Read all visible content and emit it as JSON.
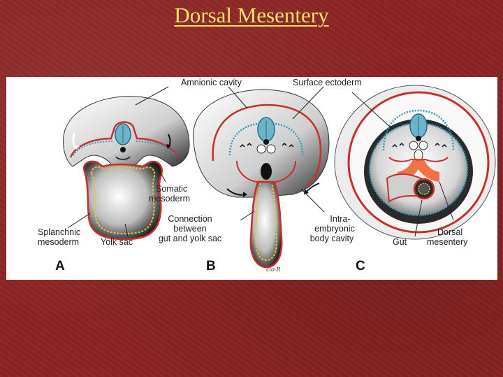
{
  "slide": {
    "title": "Dorsal Mesentery"
  },
  "figure": {
    "labels": {
      "amnionic_cavity": "Amnionic cavity",
      "surface_ectoderm": "Surface ectoderm",
      "somatic_mesoderm_1": "Somatic",
      "somatic_mesoderm_2": "mesoderm",
      "splanchnic_mesoderm_1": "Splanchnic",
      "splanchnic_mesoderm_2": "mesoderm",
      "yolk_sac": "Yolk sac",
      "connection_1": "Connection",
      "connection_2": "between",
      "connection_3": "gut and yolk sac",
      "intraembryonic_1": "Intra-",
      "intraembryonic_2": "embryonic",
      "intraembryonic_3": "body cavity",
      "gut": "Gut",
      "dorsal_mesentery_1": "Dorsal",
      "dorsal_mesentery_2": "mesentery"
    },
    "panel_letters": [
      "A",
      "B",
      "C"
    ],
    "signature": "clo-R",
    "colors": {
      "ectoderm": "#2f9ab8",
      "mesoderm": "#c8302c",
      "endoderm": "#e6c43a",
      "mesentery": "#f05a28"
    }
  }
}
